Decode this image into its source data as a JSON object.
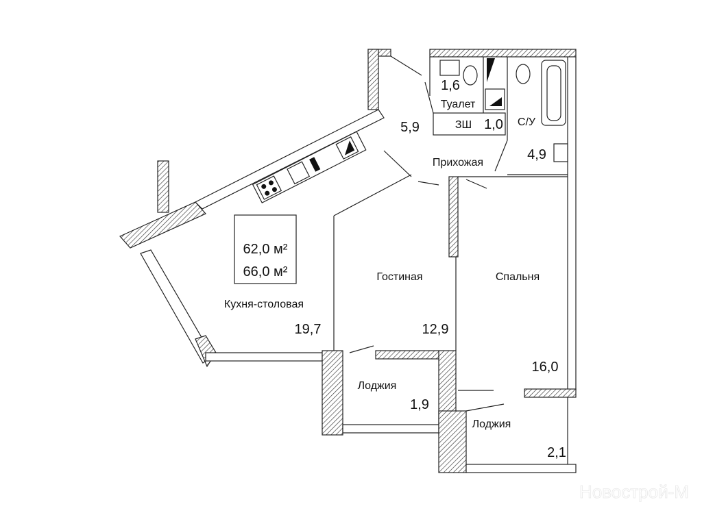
{
  "plan": {
    "area_living": "62,0 м²",
    "area_total": "66,0 м²",
    "rooms": [
      {
        "name": "Кухня-столовая",
        "area": "19,7"
      },
      {
        "name": "Гостиная",
        "area": "12,9"
      },
      {
        "name": "Спальня",
        "area": "16,0"
      },
      {
        "name": "Прихожая",
        "area": "5,9"
      },
      {
        "name": "Туалет",
        "area": "1,6"
      },
      {
        "name": "ЗШ",
        "area": "1,0"
      },
      {
        "name": "С/У",
        "area": "4,9"
      },
      {
        "name": "Лоджия",
        "area": "1,9"
      },
      {
        "name": "Лоджия",
        "area": "2,1"
      }
    ]
  },
  "watermark": "Новострой-М"
}
